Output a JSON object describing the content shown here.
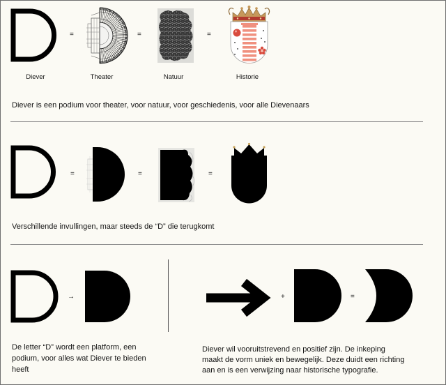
{
  "logo_letter": "D",
  "row_identity": {
    "operators": [
      "=",
      "=",
      "="
    ],
    "labels": [
      "Diever",
      "Theater",
      "Natuur",
      "Historie"
    ],
    "caption": "Diever is een podium voor theater, voor natuur, voor geschiedenis, voor alle Dievenaars"
  },
  "row_shapes": {
    "operators": [
      "=",
      "=",
      "="
    ],
    "caption": "Verschillende invullingen, maar steeds de “D” die terugkomt"
  },
  "row_construction": {
    "left": {
      "operator": "→",
      "caption_lines": [
        "De letter “D” wordt een platform, een",
        "podium, voor alles wat Diever te bieden",
        "heeft"
      ]
    },
    "right": {
      "operators": [
        "+",
        "="
      ],
      "caption_lines": [
        "Diever wil vooruitstrevend en positief zijn. De inkeping",
        "maakt de vorm uniek en bewegelijk. Deze duidt een richting",
        "aan en is een verwijzing naar historische typografie."
      ]
    }
  },
  "icons": {
    "big_arrow": "arrow-right-icon"
  },
  "colors": {
    "background": "#fbfaf4",
    "ink": "#000000",
    "divider": "#8a8a8a",
    "stripe": "#f0907f",
    "crown_gold": "#c6985a",
    "heraldic_red": "#d94b3d"
  }
}
